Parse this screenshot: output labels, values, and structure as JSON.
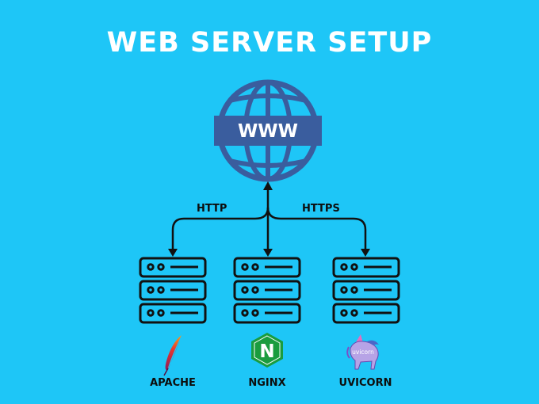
{
  "title": "WEB SERVER SETUP",
  "globe_label": "WWW",
  "protocols": {
    "left": "HTTP",
    "right": "HTTPS"
  },
  "servers": [
    {
      "name": "APACHE",
      "logo": "apache-feather-icon"
    },
    {
      "name": "NGINX",
      "logo": "nginx-icon",
      "logo_text": "N"
    },
    {
      "name": "UVICORN",
      "logo": "uvicorn-unicorn-icon",
      "logo_text": "uvicorn"
    }
  ],
  "colors": {
    "background": "#1ec6f7",
    "globe": "#3a5d9e",
    "line": "#111111",
    "title": "#ffffff",
    "nginx": "#1a9c3e"
  }
}
